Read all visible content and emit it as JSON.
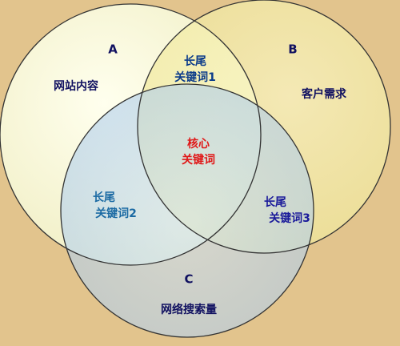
{
  "diagram": {
    "sets": [
      {
        "letter": "A",
        "label": "网站内容"
      },
      {
        "letter": "B",
        "label": "客户需求"
      },
      {
        "letter": "C",
        "label": "网络搜索量"
      }
    ],
    "intersections": {
      "ab": {
        "line1": "长尾",
        "line2": "关键词1"
      },
      "ac": {
        "line1": "长尾",
        "line2": "关键词2"
      },
      "bc": {
        "line1": "长尾",
        "line2": "关键词3"
      },
      "abc": {
        "line1": "核心",
        "line2": "关键词"
      }
    }
  },
  "colors": {
    "background": "#e2c48d",
    "circle_a_fill": "#fafadc",
    "circle_b_fill": "#f7f2a8",
    "circle_c_fill": "#bcd7f2",
    "outline": "#333333",
    "set_label_text": "#101060",
    "intersection_text_ab": "#0b3b8a",
    "intersection_text_ac": "#1b6aa3",
    "intersection_text_bc": "#1a1a9a",
    "core_text": "#e01818"
  }
}
